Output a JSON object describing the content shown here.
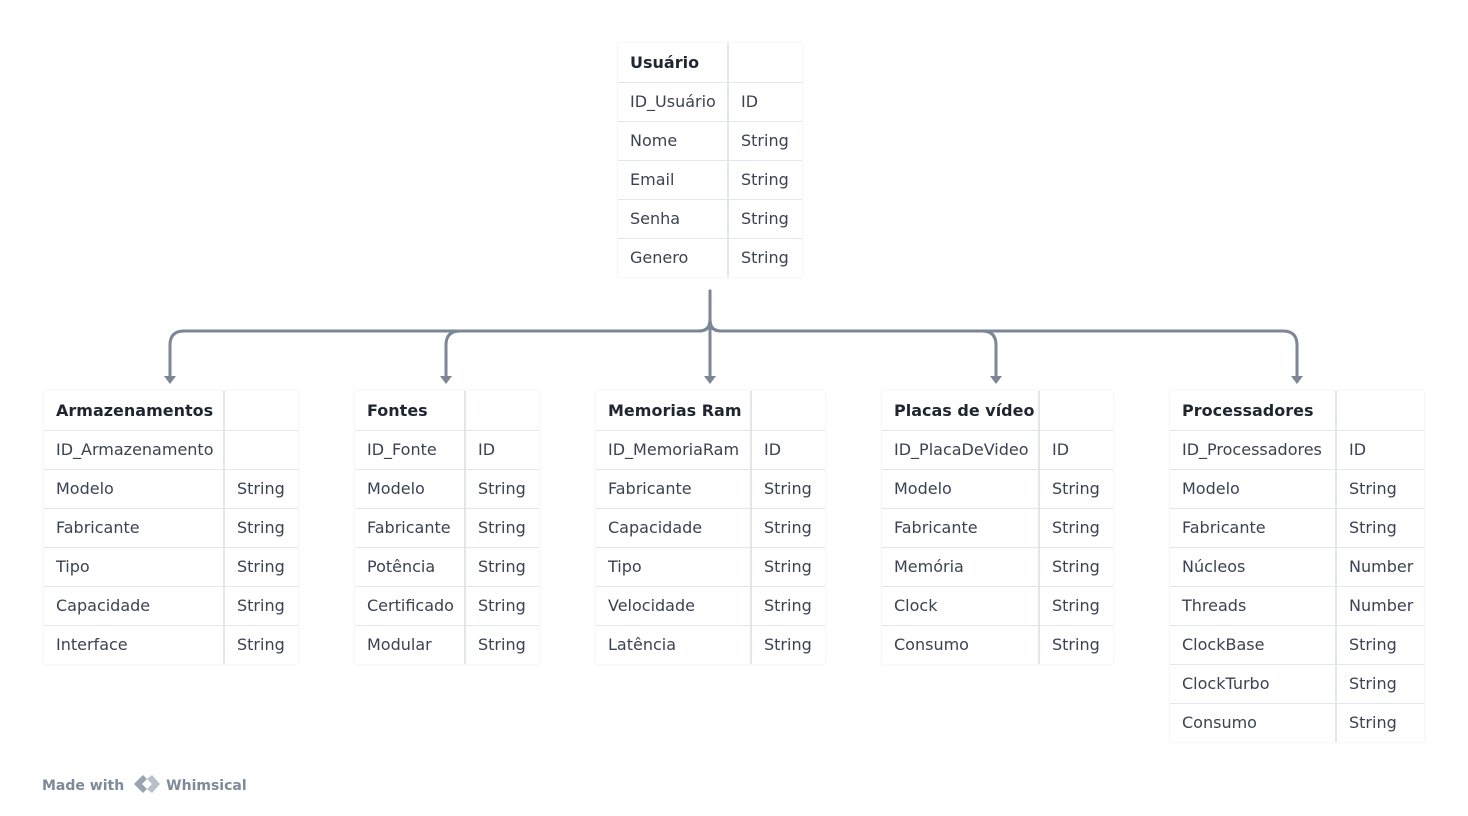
{
  "entities": {
    "usuario": {
      "title": "Usuário",
      "fields": [
        {
          "name": "ID_Usuário",
          "type": "ID"
        },
        {
          "name": "Nome",
          "type": "String"
        },
        {
          "name": "Email",
          "type": "String"
        },
        {
          "name": "Senha",
          "type": "String"
        },
        {
          "name": "Genero",
          "type": "String"
        }
      ]
    },
    "armazenamentos": {
      "title": "Armazenamentos",
      "fields": [
        {
          "name": "ID_Armazenamento",
          "type": ""
        },
        {
          "name": "Modelo",
          "type": "String"
        },
        {
          "name": "Fabricante",
          "type": "String"
        },
        {
          "name": "Tipo",
          "type": "String"
        },
        {
          "name": "Capacidade",
          "type": "String"
        },
        {
          "name": "Interface",
          "type": "String"
        }
      ]
    },
    "fontes": {
      "title": "Fontes",
      "fields": [
        {
          "name": "ID_Fonte",
          "type": "ID"
        },
        {
          "name": "Modelo",
          "type": "String"
        },
        {
          "name": "Fabricante",
          "type": "String"
        },
        {
          "name": "Potência",
          "type": "String"
        },
        {
          "name": "Certificado",
          "type": "String"
        },
        {
          "name": "Modular",
          "type": "String"
        }
      ]
    },
    "memorias": {
      "title": "Memorias Ram",
      "fields": [
        {
          "name": "ID_MemoriaRam",
          "type": "ID"
        },
        {
          "name": "Fabricante",
          "type": "String"
        },
        {
          "name": "Capacidade",
          "type": "String"
        },
        {
          "name": "Tipo",
          "type": "String"
        },
        {
          "name": "Velocidade",
          "type": "String"
        },
        {
          "name": "Latência",
          "type": "String"
        }
      ]
    },
    "placas": {
      "title": "Placas de vídeo",
      "fields": [
        {
          "name": "ID_PlacaDeVideo",
          "type": "ID"
        },
        {
          "name": "Modelo",
          "type": "String"
        },
        {
          "name": "Fabricante",
          "type": "String"
        },
        {
          "name": "Memória",
          "type": "String"
        },
        {
          "name": "Clock",
          "type": "String"
        },
        {
          "name": "Consumo",
          "type": "String"
        }
      ]
    },
    "processadores": {
      "title": "Processadores",
      "fields": [
        {
          "name": "ID_Processadores",
          "type": "ID"
        },
        {
          "name": "Modelo",
          "type": "String"
        },
        {
          "name": "Fabricante",
          "type": "String"
        },
        {
          "name": "Núcleos",
          "type": "Number"
        },
        {
          "name": "Threads",
          "type": "Number"
        },
        {
          "name": "ClockBase",
          "type": "String"
        },
        {
          "name": "ClockTurbo",
          "type": "String"
        },
        {
          "name": "Consumo",
          "type": "String"
        }
      ]
    }
  },
  "footer": {
    "made_with": "Made with",
    "brand": "Whimsical",
    "icon": "whimsical-logo-icon"
  },
  "colors": {
    "connector": "#7b8794",
    "grid_line": "#e3e6ea",
    "text": "#3b4252"
  }
}
